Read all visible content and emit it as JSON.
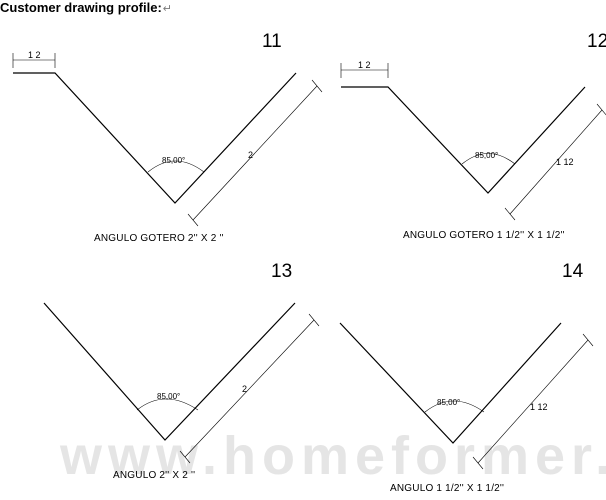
{
  "header": {
    "title": "Customer drawing profile:",
    "mark": "↵"
  },
  "drawings": [
    {
      "number": "11",
      "caption": "ANGULO GOTERO 2'' X 2 ''",
      "angle": "85,00°",
      "flange_width": "1 2",
      "length": "2"
    },
    {
      "number": "12",
      "caption": "ANGULO GOTERO 1 1/2'' X 1 1/2''",
      "angle": "85,00°",
      "flange_width": "1 2",
      "length": "1 12"
    },
    {
      "number": "13",
      "caption": "ANGULO 2'' X 2 ''",
      "angle": "85,00°",
      "length": "2"
    },
    {
      "number": "14",
      "caption": "ANGULO 1 1/2'' X 1 1/2''",
      "angle": "85,00°",
      "length": "1 12"
    }
  ],
  "watermark": "www.homeformer.com"
}
